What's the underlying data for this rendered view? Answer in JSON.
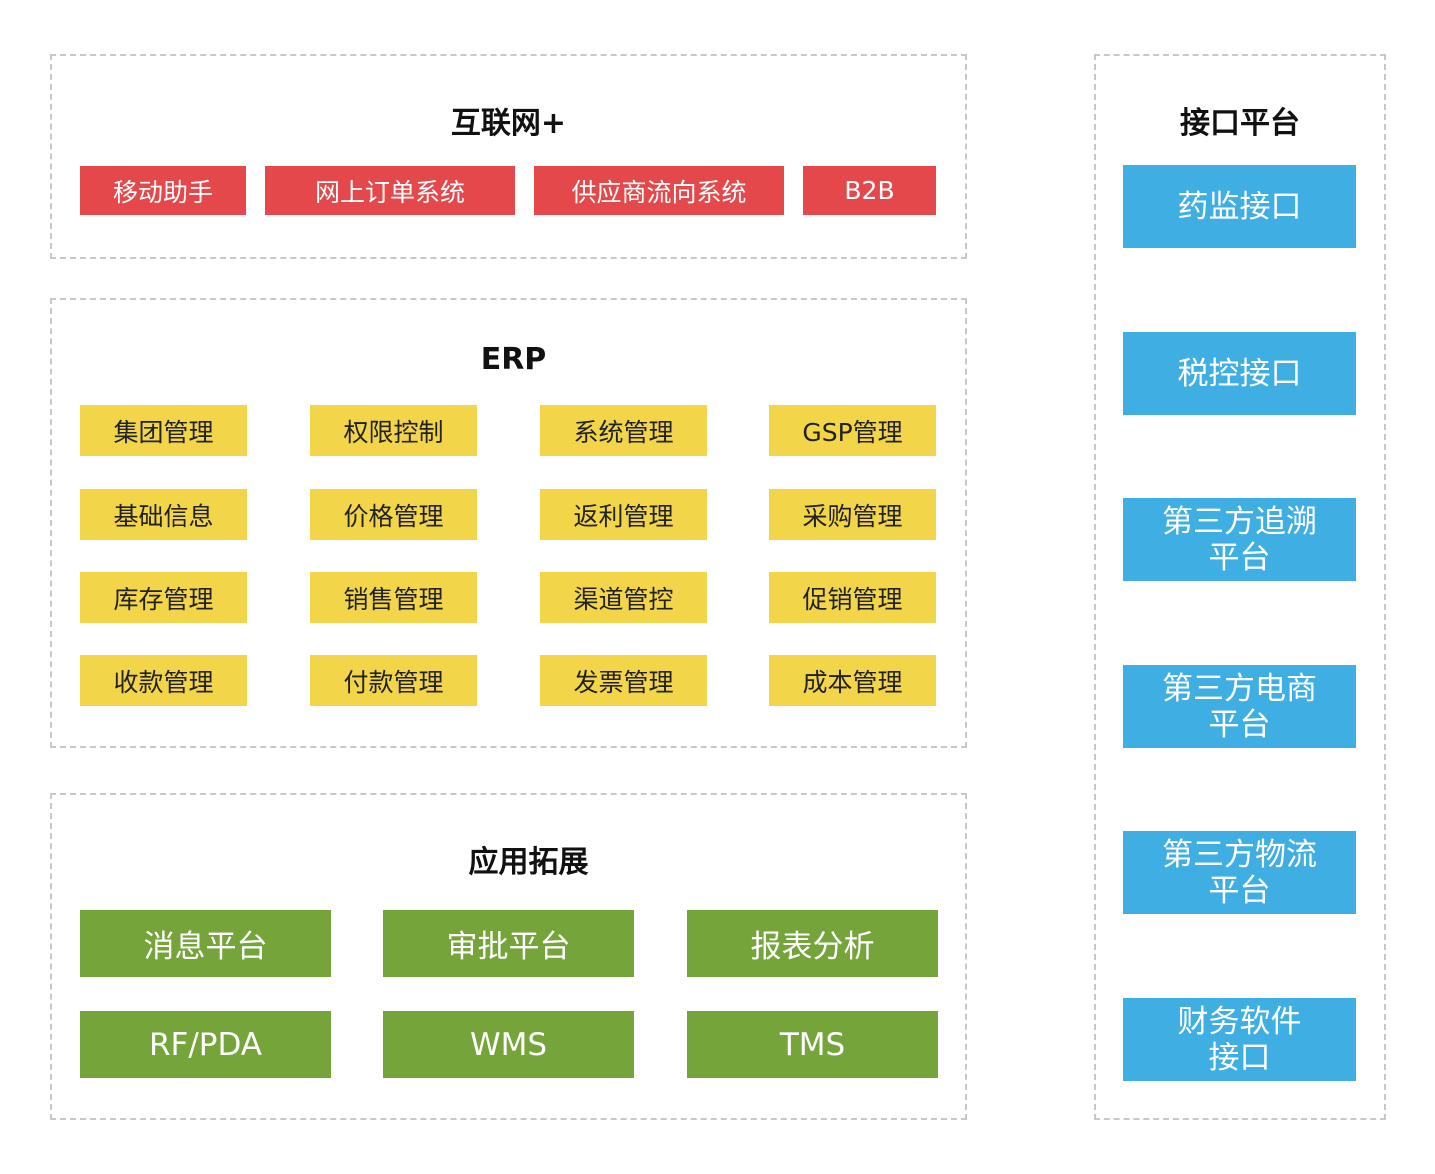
{
  "internet": {
    "title": "互联网+",
    "items": [
      "移动助手",
      "网上订单系统",
      "供应商流向系统",
      "B2B"
    ]
  },
  "erp": {
    "title": "ERP",
    "items": [
      "集团管理",
      "权限控制",
      "系统管理",
      "GSP管理",
      "基础信息",
      "价格管理",
      "返利管理",
      "采购管理",
      "库存管理",
      "销售管理",
      "渠道管控",
      "促销管理",
      "收款管理",
      "付款管理",
      "发票管理",
      "成本管理"
    ]
  },
  "extension": {
    "title": "应用拓展",
    "items": [
      "消息平台",
      "审批平台",
      "报表分析",
      "RF/PDA",
      "WMS",
      "TMS"
    ]
  },
  "interface": {
    "title": "接口平台",
    "items": [
      "药监接口",
      "税控接口",
      "第三方追溯\n平台",
      "第三方电商\n平台",
      "第三方物流\n平台",
      "财务软件\n接口"
    ]
  },
  "colors": {
    "red": "#e5484b",
    "yellow": "#f3d549",
    "green": "#75a43a",
    "blue": "#3eaee3"
  }
}
